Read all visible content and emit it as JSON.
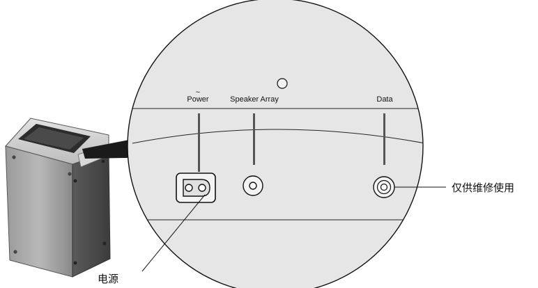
{
  "panel": {
    "labels": {
      "power_symbol": "~",
      "power": "Power",
      "speaker_array": "Speaker Array",
      "data": "Data"
    }
  },
  "callouts": {
    "power_cn": "电源",
    "service_only_cn": "仅供维修使用"
  },
  "colors": {
    "panel_fill": "#e6e6e6",
    "outline": "#111111",
    "device_dark": "#3a3a3a",
    "device_mid": "#8c8c8c",
    "device_light": "#d2d2d2"
  },
  "icons": {
    "power_inlet": "ac-inlet-icon",
    "speaker_jack": "round-jack-icon",
    "data_jack": "round-jack-icon",
    "indicator": "status-led-icon"
  }
}
